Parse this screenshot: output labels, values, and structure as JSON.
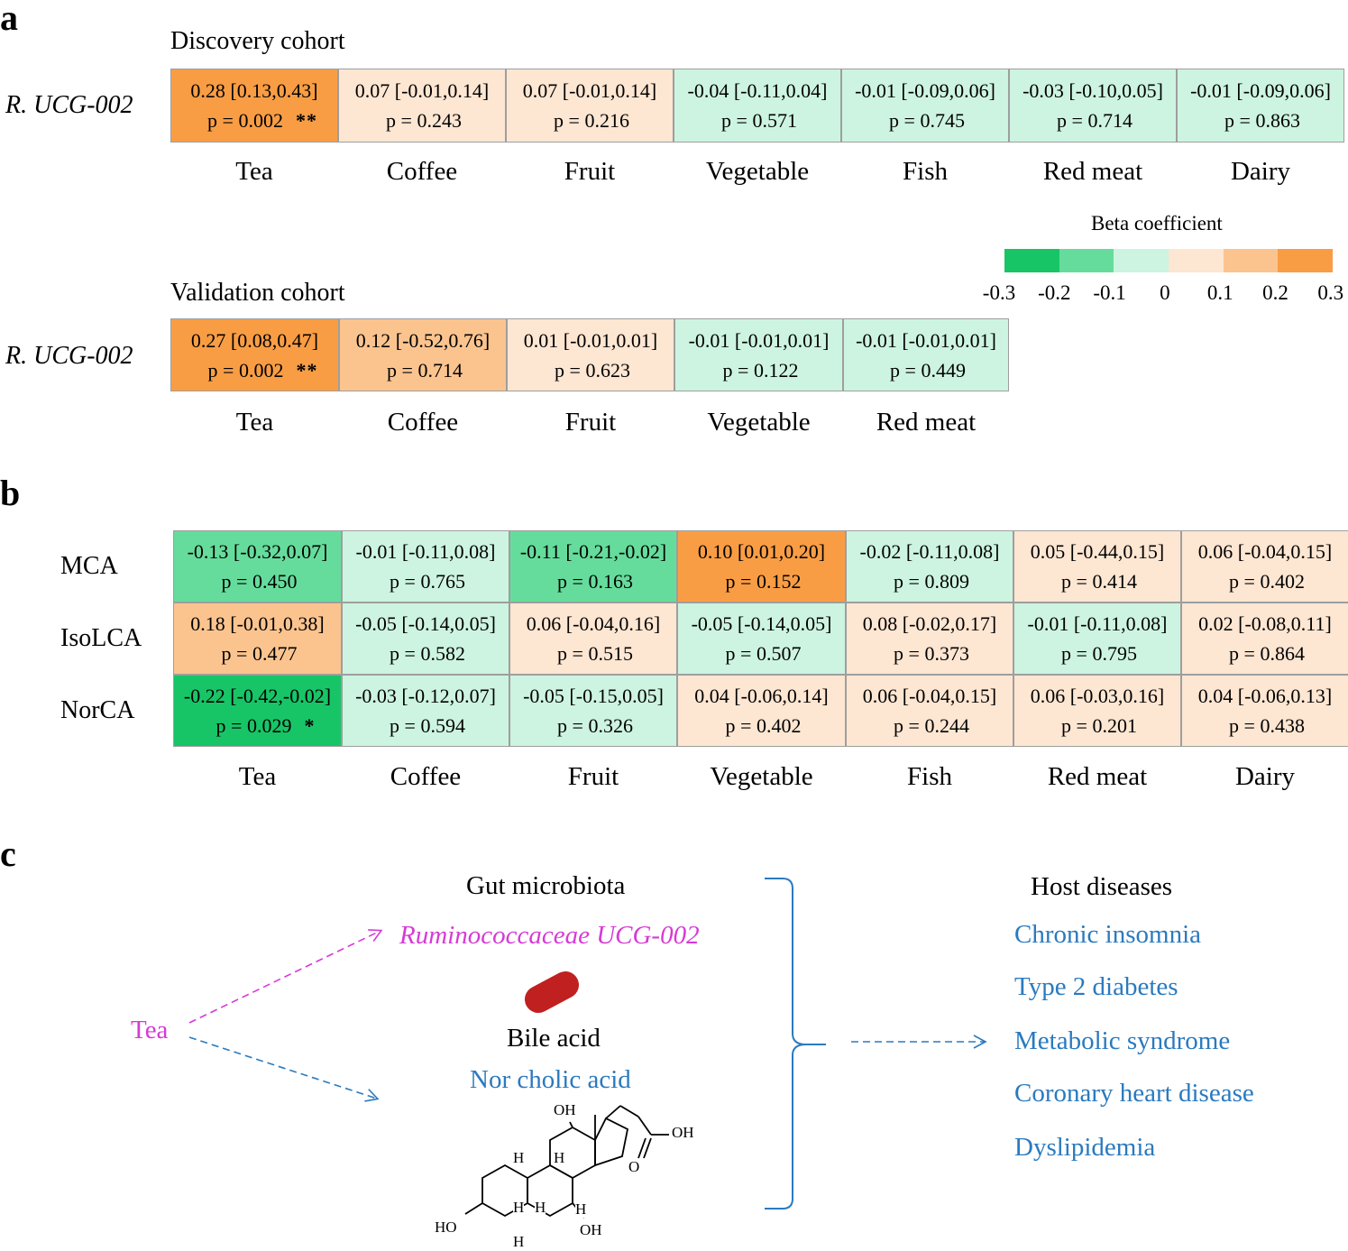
{
  "colors": {
    "neg_3": "#17c567",
    "neg_2": "#66dc9c",
    "neg_1": "#cdf4e0",
    "pos_1": "#fde6d2",
    "pos_2": "#fbc48f",
    "pos_3": "#f99d45",
    "magenta": "#d63ad6",
    "blue": "#2a7abf",
    "capsule": "#c0201f"
  },
  "panel_a": {
    "letter": "a",
    "discovery": {
      "title": "Discovery cohort",
      "row_label": "R. UCG-002",
      "categories": [
        "Tea",
        "Coffee",
        "Fruit",
        "Vegetable",
        "Fish",
        "Red meat",
        "Dairy"
      ],
      "cells": [
        {
          "beta": "0.28 [0.13,0.43]",
          "p": "p = 0.002",
          "sig": "**",
          "level": "pos_3"
        },
        {
          "beta": "0.07 [-0.01,0.14]",
          "p": "p = 0.243",
          "sig": "",
          "level": "pos_1"
        },
        {
          "beta": "0.07 [-0.01,0.14]",
          "p": "p = 0.216",
          "sig": "",
          "level": "pos_1"
        },
        {
          "beta": "-0.04 [-0.11,0.04]",
          "p": "p = 0.571",
          "sig": "",
          "level": "neg_1"
        },
        {
          "beta": "-0.01 [-0.09,0.06]",
          "p": "p = 0.745",
          "sig": "",
          "level": "neg_1"
        },
        {
          "beta": "-0.03 [-0.10,0.05]",
          "p": "p = 0.714",
          "sig": "",
          "level": "neg_1"
        },
        {
          "beta": "-0.01 [-0.09,0.06]",
          "p": "p = 0.863",
          "sig": "",
          "level": "neg_1"
        }
      ]
    },
    "validation": {
      "title": "Validation cohort",
      "row_label": "R. UCG-002",
      "categories": [
        "Tea",
        "Coffee",
        "Fruit",
        "Vegetable",
        "Red meat"
      ],
      "cells": [
        {
          "beta": "0.27 [0.08,0.47]",
          "p": "p = 0.002",
          "sig": "**",
          "level": "pos_3"
        },
        {
          "beta": "0.12 [-0.52,0.76]",
          "p": "p = 0.714",
          "sig": "",
          "level": "pos_2"
        },
        {
          "beta": "0.01 [-0.01,0.01]",
          "p": "p = 0.623",
          "sig": "",
          "level": "pos_1"
        },
        {
          "beta": "-0.01 [-0.01,0.01]",
          "p": "p = 0.122",
          "sig": "",
          "level": "neg_1"
        },
        {
          "beta": "-0.01 [-0.01,0.01]",
          "p": "p = 0.449",
          "sig": "",
          "level": "neg_1"
        }
      ]
    },
    "legend": {
      "title": "Beta coefficient",
      "ticks": [
        "-0.3",
        "-0.2",
        "-0.1",
        "0",
        "0.1",
        "0.2",
        "0.3"
      ],
      "bins": [
        "neg_3",
        "neg_2",
        "neg_1",
        "pos_1",
        "pos_2",
        "pos_3"
      ]
    }
  },
  "panel_b": {
    "letter": "b",
    "categories": [
      "Tea",
      "Coffee",
      "Fruit",
      "Vegetable",
      "Fish",
      "Red meat",
      "Dairy"
    ],
    "rows": [
      {
        "label": "MCA",
        "cells": [
          {
            "beta": "-0.13 [-0.32,0.07]",
            "p": "p = 0.450",
            "sig": "",
            "level": "neg_2"
          },
          {
            "beta": "-0.01 [-0.11,0.08]",
            "p": "p = 0.765",
            "sig": "",
            "level": "neg_1"
          },
          {
            "beta": "-0.11 [-0.21,-0.02]",
            "p": "p = 0.163",
            "sig": "",
            "level": "neg_2"
          },
          {
            "beta": "0.10 [0.01,0.20]",
            "p": "p = 0.152",
            "sig": "",
            "level": "pos_3"
          },
          {
            "beta": "-0.02 [-0.11,0.08]",
            "p": "p = 0.809",
            "sig": "",
            "level": "neg_1"
          },
          {
            "beta": "0.05 [-0.44,0.15]",
            "p": "p = 0.414",
            "sig": "",
            "level": "pos_1"
          },
          {
            "beta": "0.06 [-0.04,0.15]",
            "p": "p = 0.402",
            "sig": "",
            "level": "pos_1"
          }
        ]
      },
      {
        "label": "IsoLCA",
        "cells": [
          {
            "beta": "0.18 [-0.01,0.38]",
            "p": "p = 0.477",
            "sig": "",
            "level": "pos_2"
          },
          {
            "beta": "-0.05 [-0.14,0.05]",
            "p": "p = 0.582",
            "sig": "",
            "level": "neg_1"
          },
          {
            "beta": "0.06 [-0.04,0.16]",
            "p": "p = 0.515",
            "sig": "",
            "level": "pos_1"
          },
          {
            "beta": "-0.05 [-0.14,0.05]",
            "p": "p = 0.507",
            "sig": "",
            "level": "neg_1"
          },
          {
            "beta": "0.08 [-0.02,0.17]",
            "p": "p = 0.373",
            "sig": "",
            "level": "pos_1"
          },
          {
            "beta": "-0.01 [-0.11,0.08]",
            "p": "p = 0.795",
            "sig": "",
            "level": "neg_1"
          },
          {
            "beta": "0.02 [-0.08,0.11]",
            "p": "p = 0.864",
            "sig": "",
            "level": "pos_1"
          }
        ]
      },
      {
        "label": "NorCA",
        "cells": [
          {
            "beta": "-0.22 [-0.42,-0.02]",
            "p": "p = 0.029",
            "sig": "*",
            "level": "neg_3"
          },
          {
            "beta": "-0.03 [-0.12,0.07]",
            "p": "p = 0.594",
            "sig": "",
            "level": "neg_1"
          },
          {
            "beta": "-0.05 [-0.15,0.05]",
            "p": "p = 0.326",
            "sig": "",
            "level": "neg_1"
          },
          {
            "beta": "0.04 [-0.06,0.14]",
            "p": "p = 0.402",
            "sig": "",
            "level": "pos_1"
          },
          {
            "beta": "0.06 [-0.04,0.15]",
            "p": "p = 0.244",
            "sig": "",
            "level": "pos_1"
          },
          {
            "beta": "0.06 [-0.03,0.16]",
            "p": "p = 0.201",
            "sig": "",
            "level": "pos_1"
          },
          {
            "beta": "0.04 [-0.06,0.13]",
            "p": "p = 0.438",
            "sig": "",
            "level": "pos_1"
          }
        ]
      }
    ]
  },
  "panel_c": {
    "letter": "c",
    "exposure": "Tea",
    "microbiota_title": "Gut microbiota",
    "microbe": "Ruminococcaceae UCG-002",
    "bile_acid_title": "Bile acid",
    "bile_acid": "Nor cholic acid",
    "structure_atoms": [
      "OH",
      "OH",
      "O",
      "HO",
      "OH",
      "H",
      "H",
      "H",
      "H",
      "H",
      "H"
    ],
    "host_title": "Host diseases",
    "diseases": [
      "Chronic insomnia",
      "Type 2 diabetes",
      "Metabolic syndrome",
      "Coronary heart disease",
      "Dyslipidemia"
    ]
  },
  "chart_data": [
    {
      "type": "heatmap",
      "title": "Discovery cohort",
      "rows": [
        "R. UCG-002"
      ],
      "columns": [
        "Tea",
        "Coffee",
        "Fruit",
        "Vegetable",
        "Fish",
        "Red meat",
        "Dairy"
      ],
      "values": [
        [
          0.28,
          0.07,
          0.07,
          -0.04,
          -0.01,
          -0.03,
          -0.01
        ]
      ],
      "p_values": [
        [
          0.002,
          0.243,
          0.216,
          0.571,
          0.745,
          0.714,
          0.863
        ]
      ],
      "colorbar": {
        "title": "Beta coefficient",
        "range": [
          -0.3,
          0.3
        ]
      }
    },
    {
      "type": "heatmap",
      "title": "Validation cohort",
      "rows": [
        "R. UCG-002"
      ],
      "columns": [
        "Tea",
        "Coffee",
        "Fruit",
        "Vegetable",
        "Red meat"
      ],
      "values": [
        [
          0.27,
          0.12,
          0.01,
          -0.01,
          -0.01
        ]
      ],
      "p_values": [
        [
          0.002,
          0.714,
          0.623,
          0.122,
          0.449
        ]
      ]
    },
    {
      "type": "heatmap",
      "title": "",
      "rows": [
        "MCA",
        "IsoLCA",
        "NorCA"
      ],
      "columns": [
        "Tea",
        "Coffee",
        "Fruit",
        "Vegetable",
        "Fish",
        "Red meat",
        "Dairy"
      ],
      "values": [
        [
          -0.13,
          -0.01,
          -0.11,
          0.1,
          -0.02,
          0.05,
          0.06
        ],
        [
          0.18,
          -0.05,
          0.06,
          -0.05,
          0.08,
          -0.01,
          0.02
        ],
        [
          -0.22,
          -0.03,
          -0.05,
          0.04,
          0.06,
          0.06,
          0.04
        ]
      ],
      "p_values": [
        [
          0.45,
          0.765,
          0.163,
          0.152,
          0.809,
          0.414,
          0.402
        ],
        [
          0.477,
          0.582,
          0.515,
          0.507,
          0.373,
          0.795,
          0.864
        ],
        [
          0.029,
          0.594,
          0.326,
          0.402,
          0.244,
          0.201,
          0.438
        ]
      ]
    }
  ]
}
